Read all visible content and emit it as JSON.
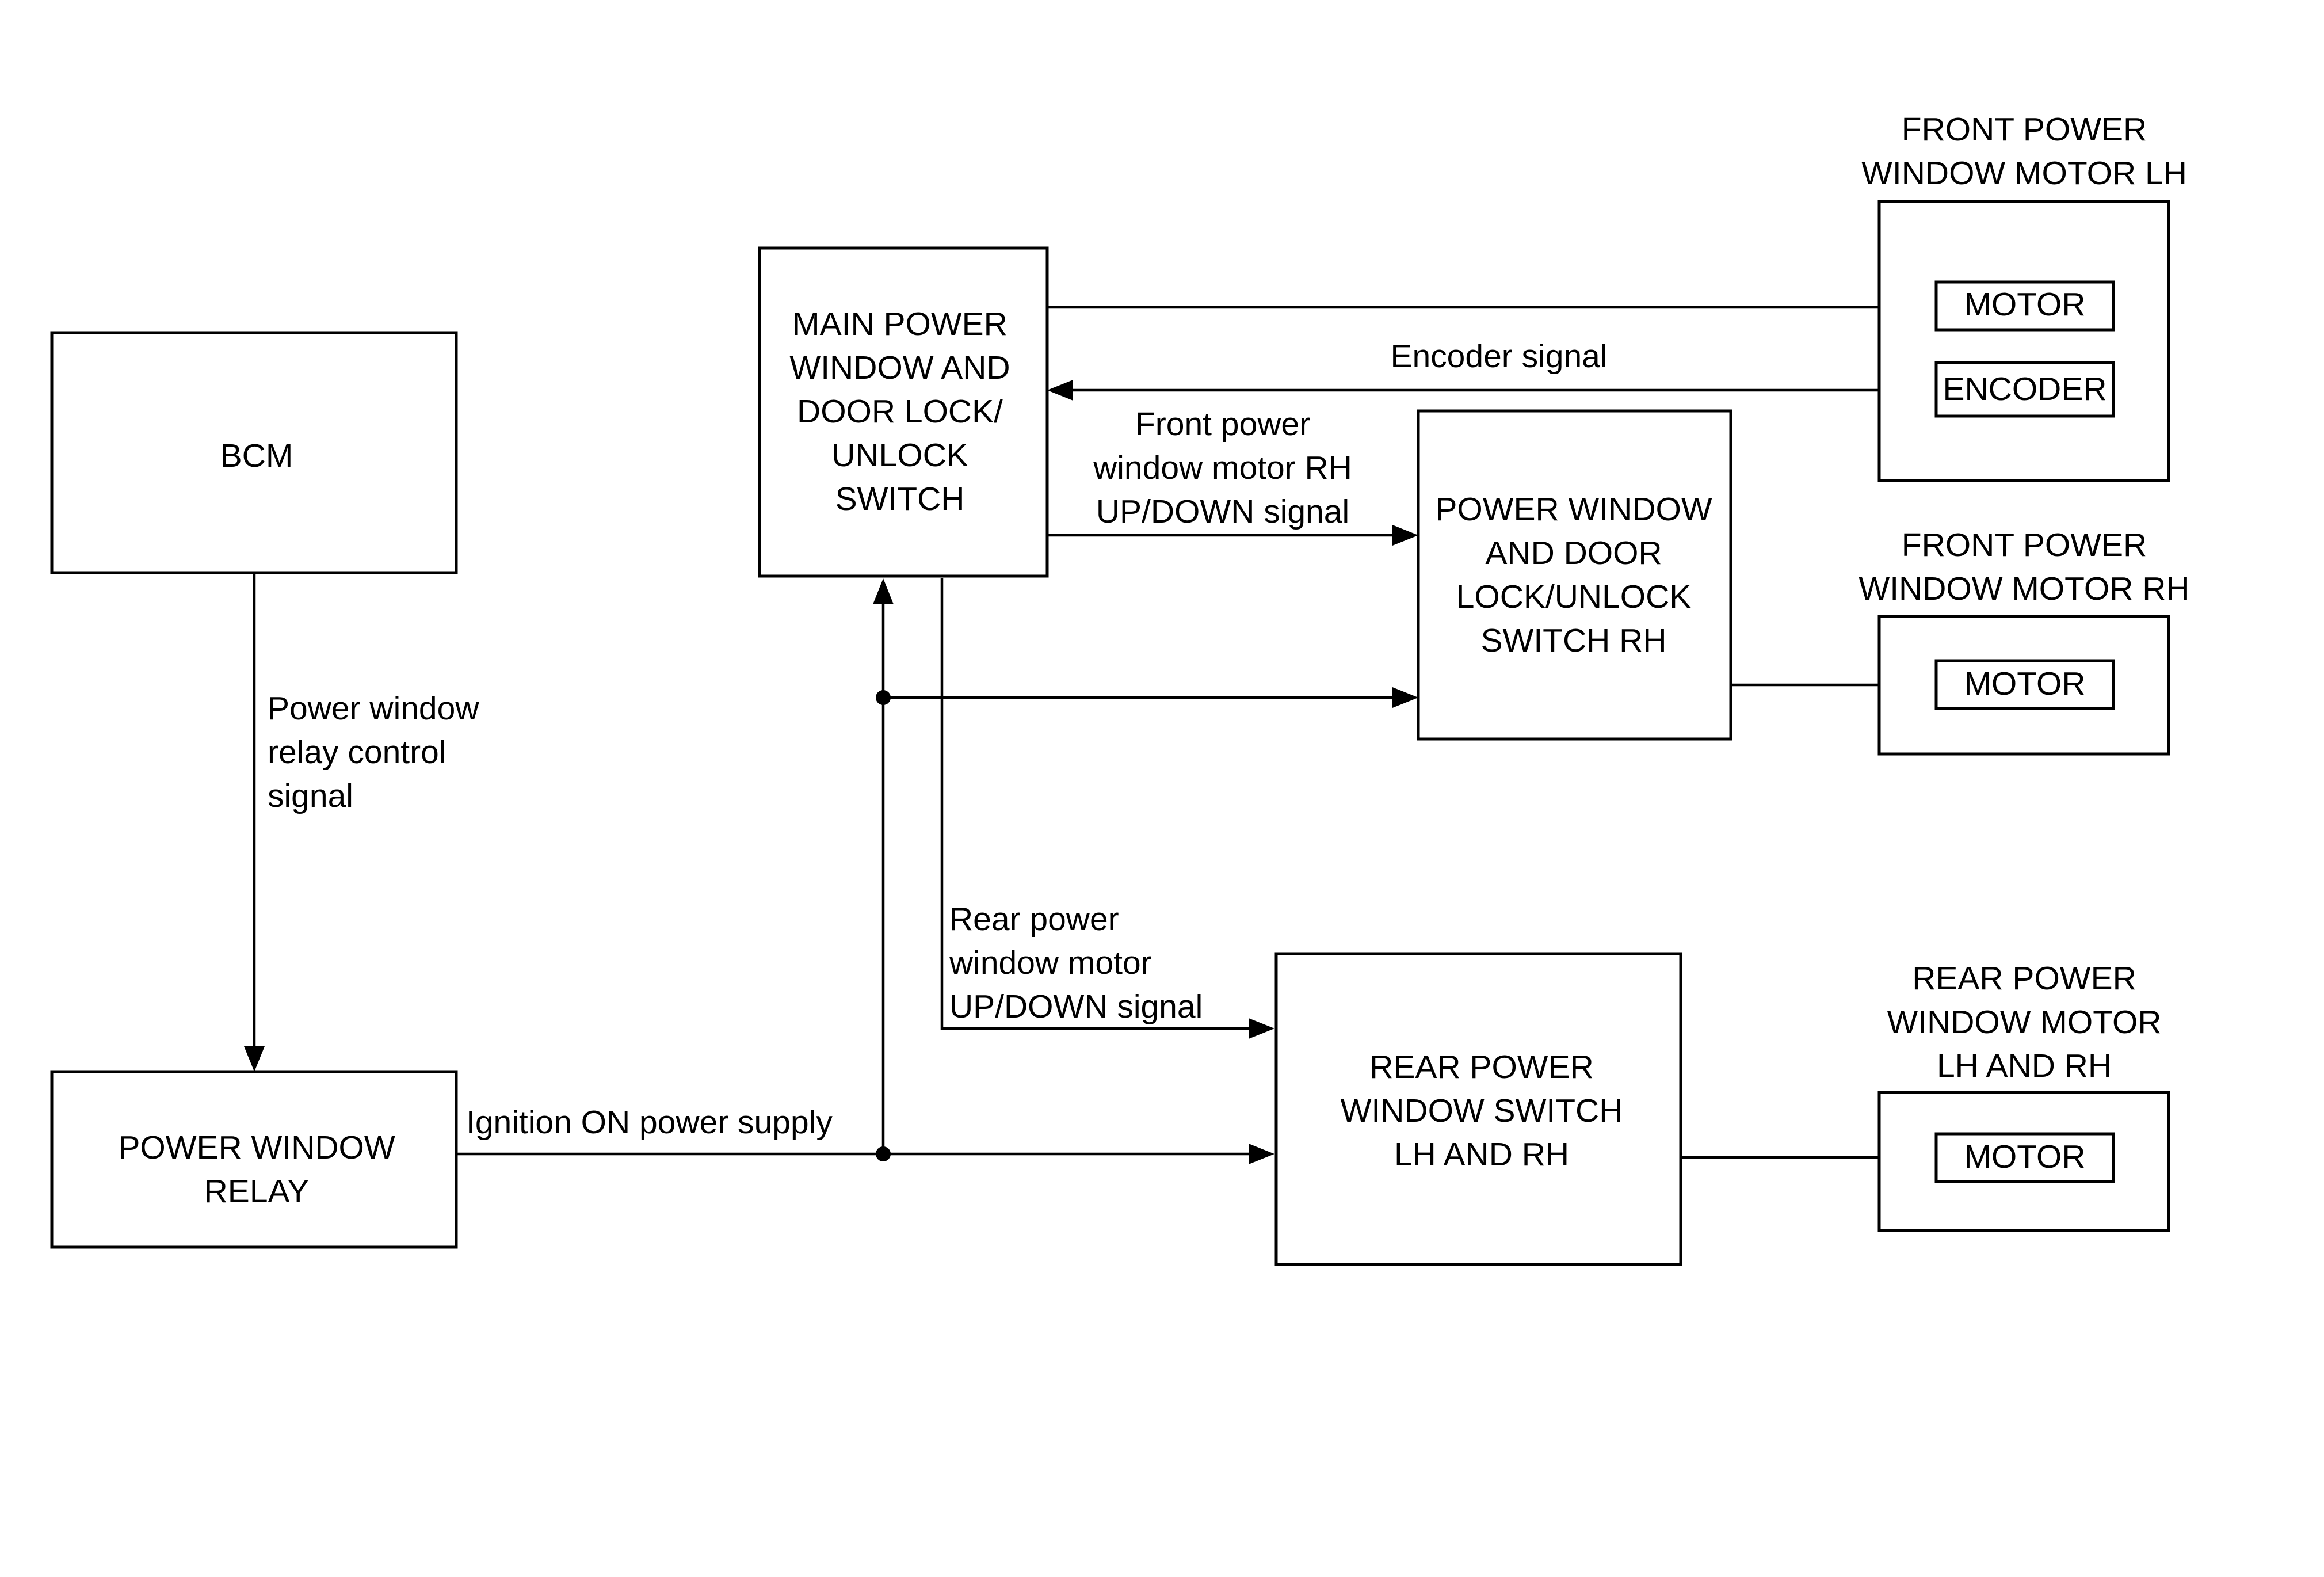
{
  "blocks": {
    "bcm": {
      "label": "BCM"
    },
    "relay": {
      "label_line1": "POWER WINDOW",
      "label_line2": "RELAY"
    },
    "main_switch": {
      "label_line1": "MAIN POWER",
      "label_line2": "WINDOW AND",
      "label_line3": "DOOR LOCK/",
      "label_line4": "UNLOCK",
      "label_line5": "SWITCH"
    },
    "rh_switch": {
      "label_line1": "POWER WINDOW",
      "label_line2": "AND DOOR",
      "label_line3": "LOCK/UNLOCK",
      "label_line4": "SWITCH RH"
    },
    "rear_switch": {
      "label_line1": "REAR POWER",
      "label_line2": "WINDOW SWITCH",
      "label_line3": "LH AND RH"
    },
    "front_lh": {
      "title_line1": "FRONT POWER",
      "title_line2": "WINDOW MOTOR LH",
      "motor": "MOTOR",
      "encoder": "ENCODER"
    },
    "front_rh": {
      "title_line1": "FRONT POWER",
      "title_line2": "WINDOW MOTOR RH",
      "motor": "MOTOR"
    },
    "rear_motor": {
      "title_line1": "REAR POWER",
      "title_line2": "WINDOW MOTOR",
      "title_line3": "LH AND RH",
      "motor": "MOTOR"
    }
  },
  "signals": {
    "relay_control": {
      "line1": "Power window",
      "line2": "relay control",
      "line3": "signal"
    },
    "ignition": "Ignition ON power supply",
    "encoder": "Encoder signal",
    "front_rh": {
      "line1": "Front power",
      "line2": "window motor RH",
      "line3": "UP/DOWN signal"
    },
    "rear": {
      "line1": "Rear power",
      "line2": "window motor",
      "line3": "UP/DOWN signal"
    }
  }
}
